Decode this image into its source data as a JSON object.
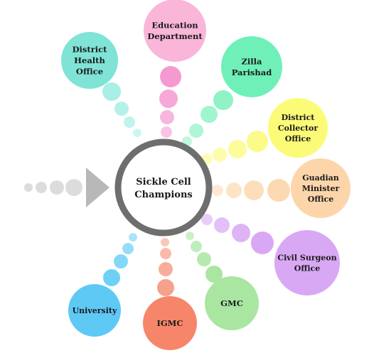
{
  "center": {
    "lines": [
      "Sickle Cell",
      "Champions"
    ]
  },
  "nodes": [
    {
      "id": "district-health-office",
      "lines": [
        "District",
        "Health",
        "Office"
      ],
      "color": "#7fe3d6",
      "dot": "#a8efe6"
    },
    {
      "id": "education-department",
      "lines": [
        "Education",
        "Department"
      ],
      "color": "#f9b6d9",
      "dot": "#f59ad0"
    },
    {
      "id": "zilla-parishad",
      "lines": [
        "Zilla",
        "Parishad"
      ],
      "color": "#6ff0b8",
      "dot": "#8ff3c6"
    },
    {
      "id": "district-collector-office",
      "lines": [
        "District",
        "Collector",
        "Office"
      ],
      "color": "#fcfb78",
      "dot": "#fcfb8a"
    },
    {
      "id": "guadian-minister-office",
      "lines": [
        "Guadian",
        "Minister",
        "Office"
      ],
      "color": "#fcd6aa",
      "dot": "#fcd9b2"
    },
    {
      "id": "civil-surgeon-office",
      "lines": [
        "Civil Surgeon",
        "Office"
      ],
      "color": "#d9a8f5",
      "dot": "#d9a8f5"
    },
    {
      "id": "gmc",
      "lines": [
        "GMC"
      ],
      "color": "#a8e6a2",
      "dot": "#a8e6a2"
    },
    {
      "id": "igmc",
      "lines": [
        "IGMC"
      ],
      "color": "#f7856a",
      "dot": "#f7a08a"
    },
    {
      "id": "university",
      "lines": [
        "University"
      ],
      "color": "#5ec9f5",
      "dot": "#6fd0f6"
    }
  ],
  "input_arrow": {
    "dot_color": "#dcdcdc",
    "arrow_color": "#b8b8b8"
  },
  "ring_color": "#6e6e6e"
}
